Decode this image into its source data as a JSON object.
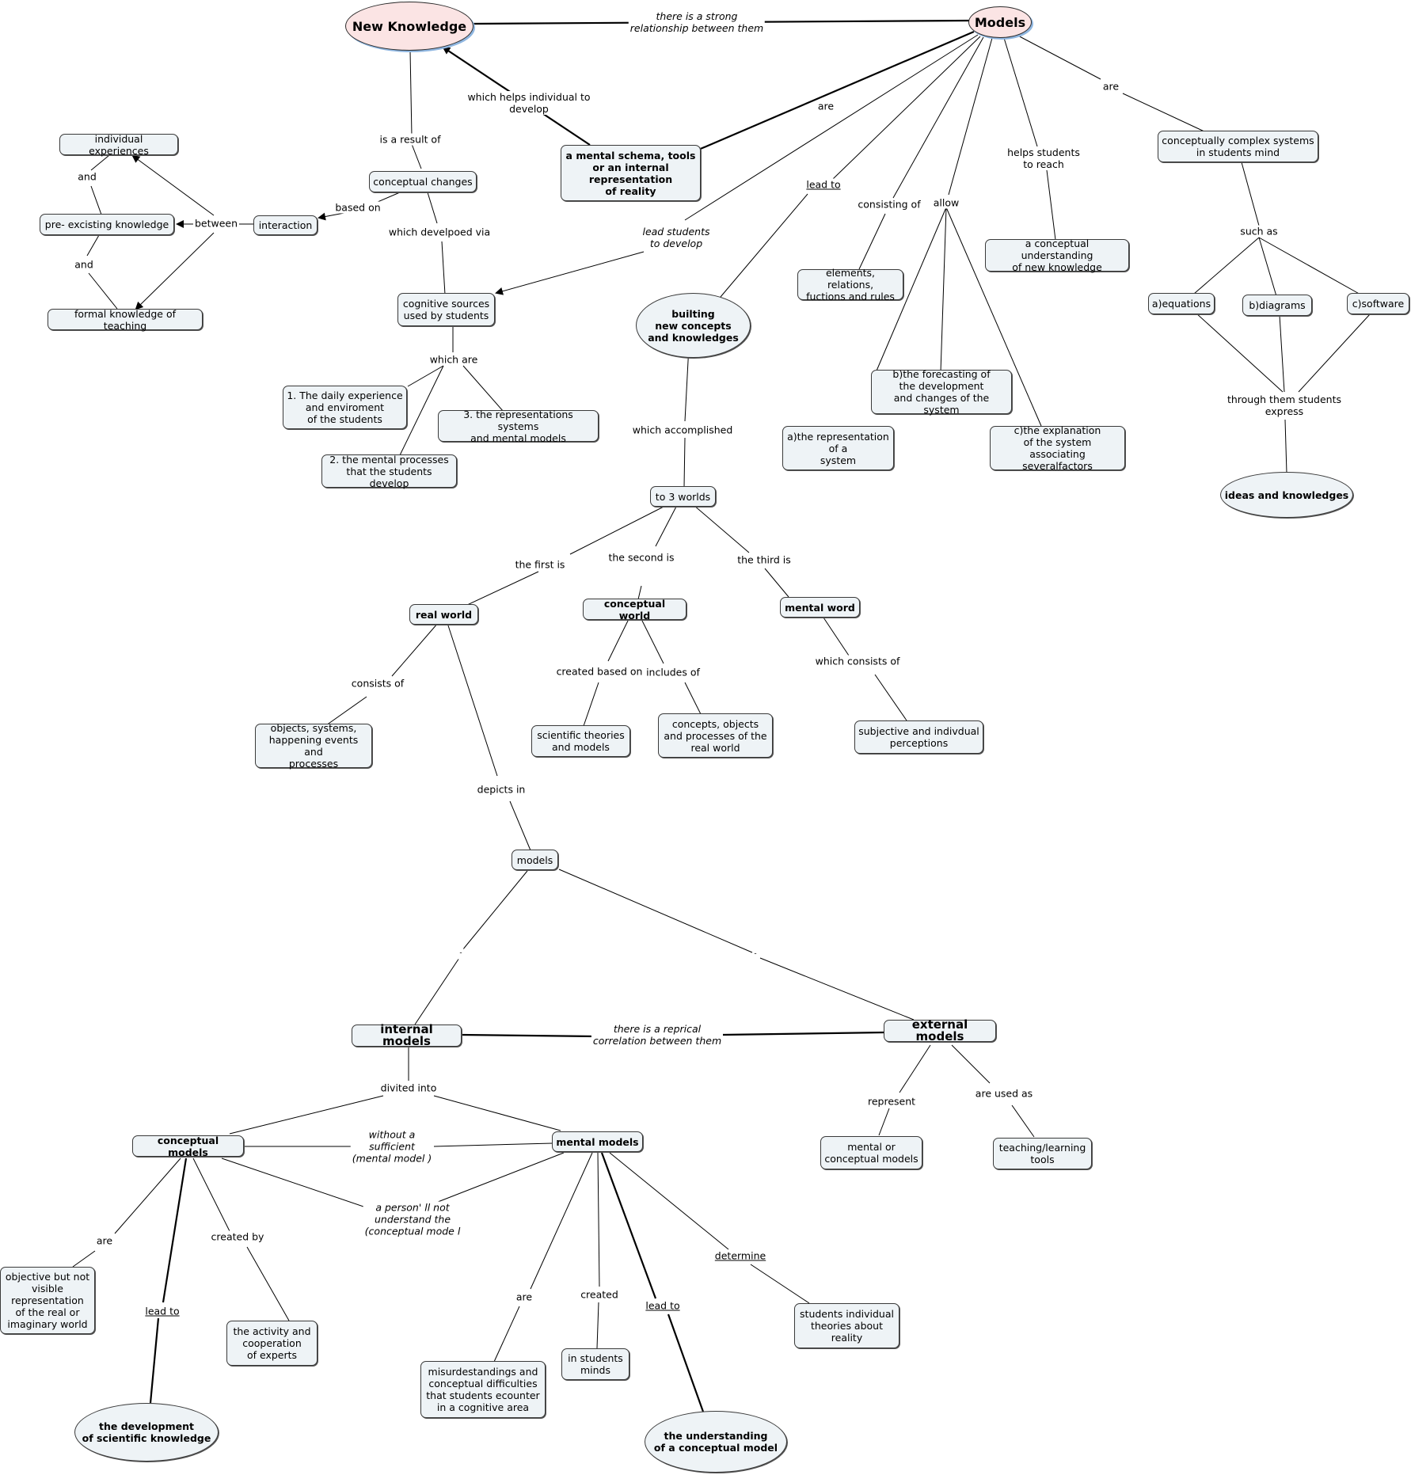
{
  "nodes": {
    "new_knowledge": "New Knowledge",
    "models_top": "Models",
    "mental_schema": "a mental schema, tools\nor an internal\nrepresentation\nof reality",
    "conceptual_changes": "conceptual changes",
    "individual_experiences": "individual experiences",
    "pre_existing": "pre- excisting knowledge",
    "formal_knowledge": "formal knowledge of teaching",
    "interaction": "interaction",
    "cognitive_sources": "cognitive sources\nused by students",
    "daily_experience": "1. The daily experience\nand enviroment\nof the students",
    "mental_processes": "2. the mental processes\nthat the students develop",
    "representation_systems": "3. the representations systems\nand mental models",
    "builting": "builting\nnew concepts\nand knowledges",
    "elements_relations": "elements, relations,\nfuctions and rules",
    "conceptual_understanding": "a conceptual understanding\nof new knowledge",
    "complex_systems": "conceptually complex systems\nin students mind",
    "equations": "a)equations",
    "diagrams": "b)diagrams",
    "software": "c)software",
    "ideas_knowledges": "ideas and knowledges",
    "forecasting": "b)the forecasting of\nthe development\nand changes of the system",
    "representation_system": "a)the representation\nof a\nsystem",
    "explanation": "c)the explanation\nof the system\nassociating severalfactors",
    "three_worlds": "to 3 worlds",
    "real_world": "real world",
    "conceptual_world": "conceptual world",
    "mental_word": "mental word",
    "objects_systems": "objects, systems,\nhappening events and\nprocesses",
    "scientific_theories": "scientific theories\nand models",
    "concepts_objects": "concepts, objects\nand processes of the\nreal world",
    "subjective": "subjective and indivdual\nperceptions",
    "models_mid": "models",
    "internal_models": "internal models",
    "external_models": "external models",
    "conceptual_models": "conceptual models",
    "mental_models": "mental models",
    "mental_or_conceptual": "mental or\nconceptual models",
    "teaching_tools": "teaching/learning\ntools",
    "objective_visible": "objective but not\nvisible\nrepresentation\nof the real or\nimaginary world",
    "activity_experts": "the activity and\ncooperation\nof experts",
    "misunderstandings": "misurdestandings and\nconceptual difficulties\nthat students ecounter\nin a cognitive area",
    "in_students_minds": "in students\nminds",
    "students_theories": "students individual\ntheories about\nreality",
    "development_scientific": "the development\nof scientific knowledge",
    "understanding_conceptual": "the understanding\nof a conceptual model"
  },
  "links": {
    "strong_relationship": "there is a strong\nrelationship between them",
    "helps_develop": "which helps individual to\ndevelop",
    "are_1": "are",
    "are_2": "are",
    "is_result_of": "is a result of",
    "based_on": "based on",
    "between": "between",
    "and_1": "and",
    "and_2": "and",
    "developed_via": "which develpoed via",
    "lead_students": "lead students\nto develop",
    "lead_to_1": "lead to",
    "consisting_of": "consisting of",
    "allow": "allow",
    "helps_reach": "helps students\nto reach",
    "such_as": "such as",
    "through_them": "through them students\nexpress",
    "which_are": "which are",
    "which_accomplished": "which accomplished",
    "first_is": "the first is",
    "second_is": "the second is",
    "third_is": "the third is",
    "consists_of": "consists of",
    "created_based_on": "created based on",
    "includes_of": "includes of",
    "which_consists_of": "which consists of",
    "depicts_in": "depicts in",
    "dash_1": "-",
    "dash_2": "-",
    "reprical": "there is a reprical\ncorrelation between them",
    "divided_into": "divited into",
    "without_sufficient": "without a\nsufficient\n(mental model )",
    "person_not": "a person' ll not\nunderstand the\n(conceptual mode l",
    "represent": "represent",
    "used_as": "are used as",
    "are_3": "are",
    "lead_to_2": "lead to",
    "created_by": "created by",
    "are_4": "are",
    "created": "created",
    "lead_to_3": "lead to",
    "determine": "determine"
  }
}
